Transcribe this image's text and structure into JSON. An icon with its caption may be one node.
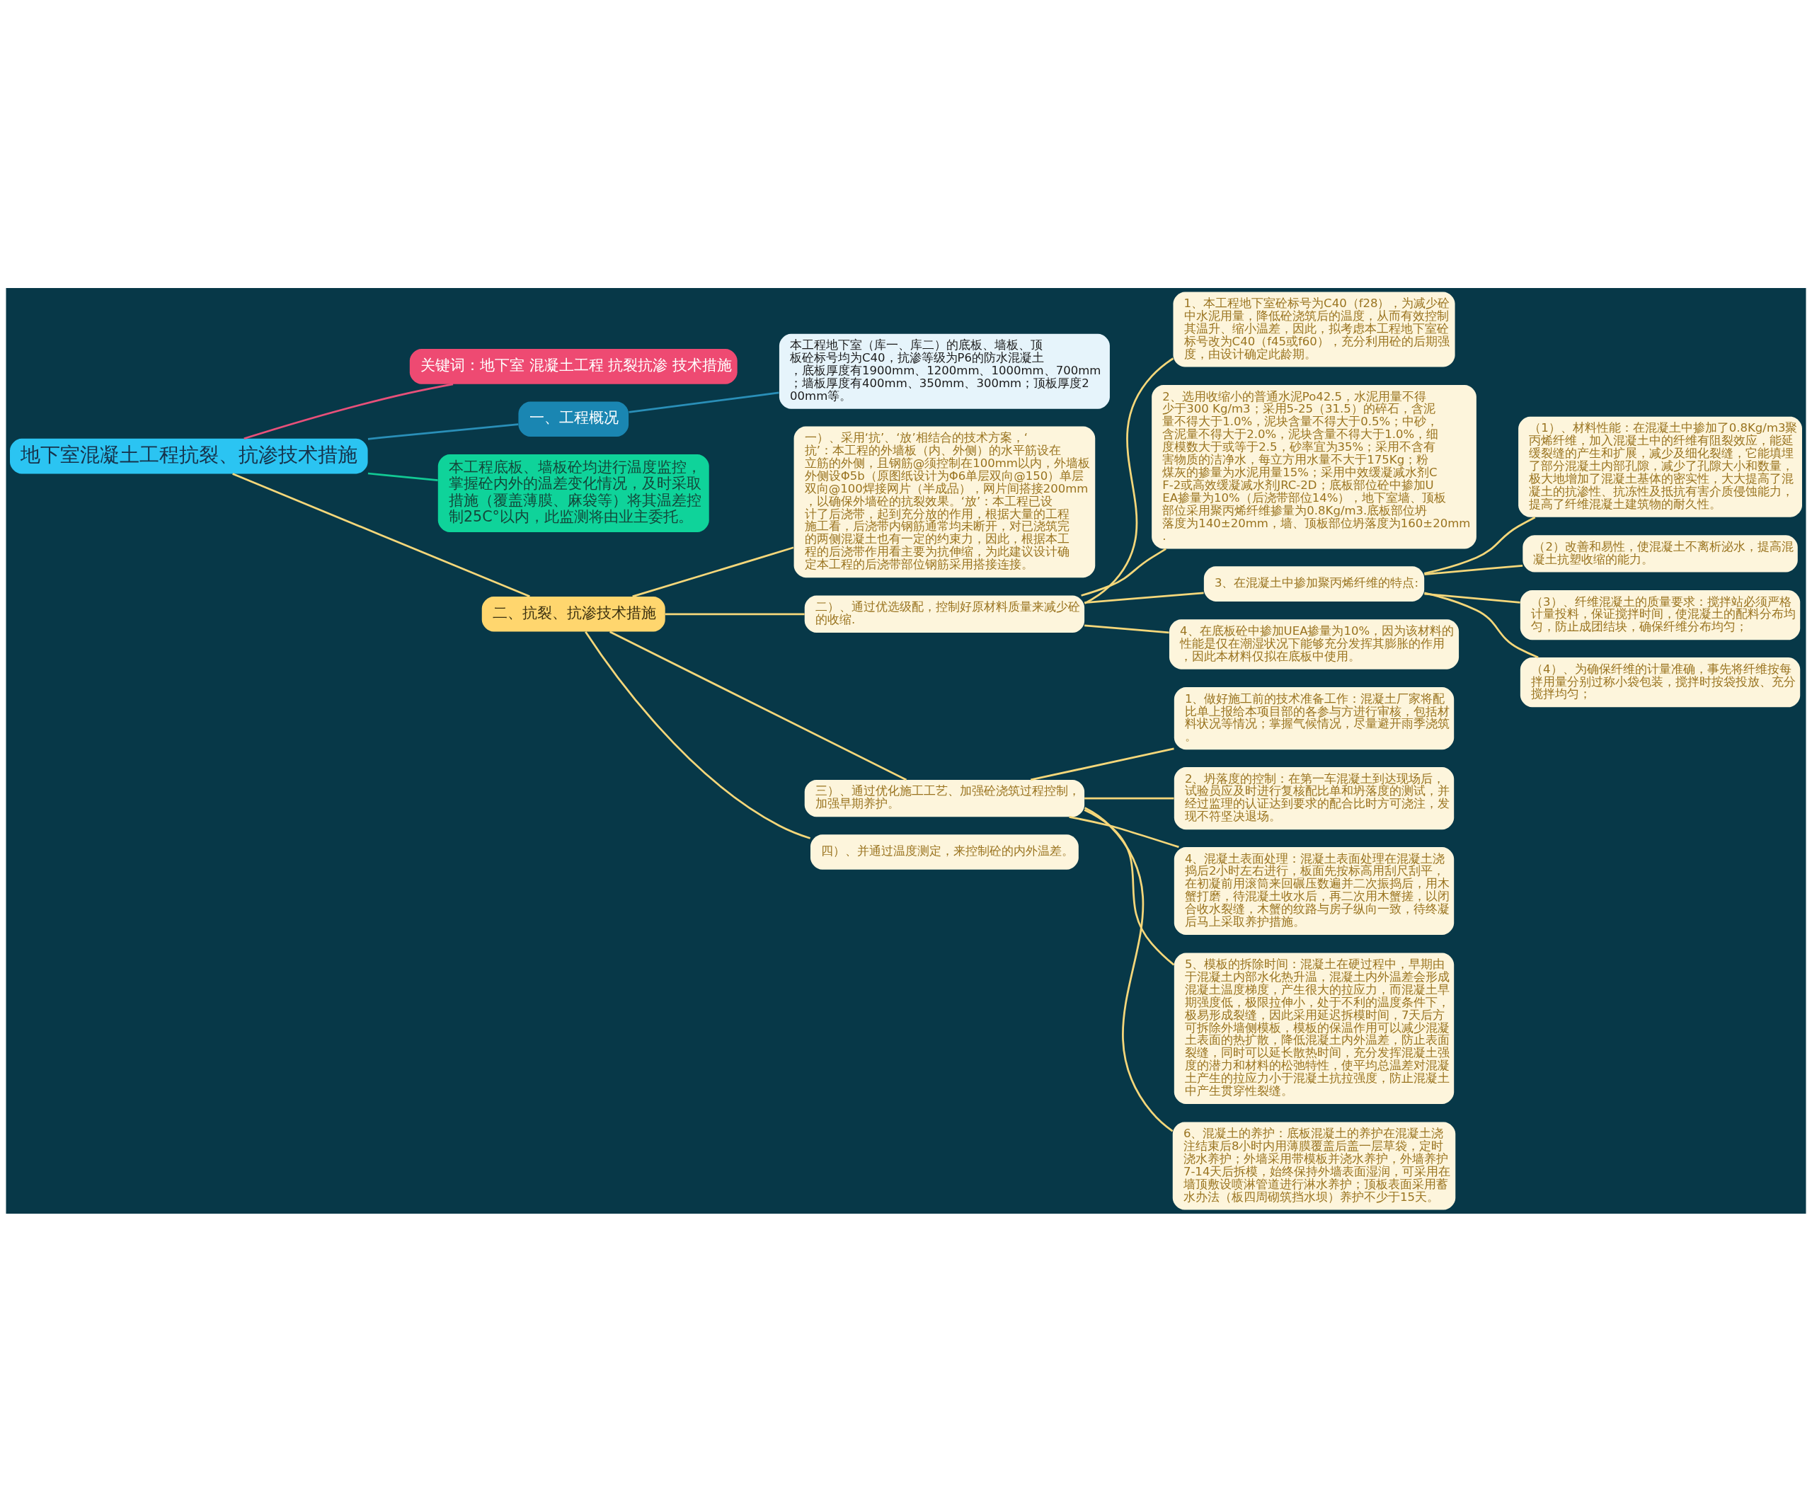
{
  "diagram": {
    "nodes": [
      {
        "text": [
          "地下室混凝土工程抗裂、抗渗技术措施"
        ]
      },
      {
        "text": [
          "关键词：地下室 混凝土工程 抗裂抗渗 技术措施"
        ]
      },
      {
        "text": [
          "一、工程概况"
        ]
      },
      {
        "text": [
          "本工程地下室（库一、库二）的底板、墙板、顶板砼标号均为C40，抗渗等级为P6的防水混凝土，底板厚度有1900mm、1200mm、1000mm、700mm；墙板厚度有400mm、350mm、300mm；顶板厚度200mm等。"
        ]
      },
      {
        "text": [
          "本工程底板、墙板砼均进行温度监控，掌握砼内外的温差变化情况，及时采取措施（覆盖薄膜、麻袋等）将其温差控制25C°以内，此监测将由业主委托。"
        ]
      },
      {
        "text": [
          "二、抗裂、抗渗技术措施"
        ]
      },
      {
        "text": [
          "一）、采用‘抗’、‘放’相结合的技术方案，‘抗’：本工程的外墙板（内、外侧）的水平筋设在立筋的外侧，且钢筋@须控制在100mm以内，外墙板外侧设Φ5b（原图纸设计为Φ6单层双向@150）单层双向@100焊接网片（半成品），网片间搭接200mm，以确保外墙砼的抗裂效果。‘放’：本工程已设计了后浇带，起到充分放的作用，根据大量的工程施工看，后浇带内钢筋通常均未断开，对已浇筑完的两侧混凝土也有一定的约束力，因此，根据本工程的后浇带作用看主要为抗伸缩，为此建议设计确定本工程的后浇带部位钢筋采用搭接连接。"
        ]
      },
      {
        "text": [
          "二）、通过优选级配，控制好原材料质量来减少砼的收缩."
        ]
      },
      {
        "text": [
          "1、本工程地下室砼标号为C40（f28），为减少砼中水泥用量，降低砼浇筑后的温度，从而有效控制其温升、缩小温差，因此，拟考虑本工程地下室砼标号改为C40（f45或f60），充分利用砼的后期强度，由设计确定此龄期。"
        ]
      },
      {
        "text": [
          "2、选用收缩小的普通水泥Po42.5，水泥用量不得少于300 Kg/m3；采用5-25（31.5）的碎石，含泥量不得大于1.0%，泥块含量不得大于0.5%；中砂，含泥量不得大于2.0%，泥块含量不得大于1.0%，细度模数大于或等于2.5，砂率宜为35%；采用不含有害物质的洁净水，每立方用水量不大于175Kg；粉煤灰的掺量为水泥用量15%；采用中效缓凝减水剂CF-2或高效缓凝减水剂JRC-2D；底板部位砼中掺加UEA掺量为10%（后浇带部位14%），地下室墙、顶板部位采用聚丙烯纤维掺量为0.8Kg/m3.底板部位坍落度为140±20mm，墙、顶板部位坍落度为160±20mm."
        ]
      },
      {
        "text": [
          "3、在混凝土中掺加聚丙烯纤维的特点:"
        ]
      },
      {
        "text": [
          "（1）、材料性能：在混凝土中掺加了0.8Kg/m3聚丙烯纤维，加入混凝土中的纤维有阻裂效应，能延缓裂缝的产生和扩展，减少及细化裂缝，它能填埋了部分混凝土内部孔隙，减少了孔隙大小和数量，极大地增加了混凝土基体的密实性，大大提高了混凝土的抗渗性、抗冻性及抵抗有害介质侵蚀能力，提高了纤维混凝土建筑物的耐久性。"
        ]
      },
      {
        "text": [
          "（2）改善和易性，使混凝土不离析泌水，提高混凝土抗塑收缩的能力。"
        ]
      },
      {
        "text": [
          "（3）、纤维混凝土的质量要求：搅拌站必须严格计量投料，保证搅拌时间，使混凝土的配料分布均匀，防止成团结块，确保纤维分布均匀；"
        ]
      },
      {
        "text": [
          "（4）、为确保纤维的计量准确，事先将纤维按每拌用量分别过称小袋包装，搅拌时按袋投放、充分搅拌均匀；"
        ]
      },
      {
        "text": [
          "4、在底板砼中掺加UEA掺量为10%，因为该材料的性能是仅在潮湿状况下能够充分发挥其膨胀的作用，因此本材料仅拟在底板中使用。"
        ]
      },
      {
        "text": [
          "三）、通过优化施工工艺、加强砼浇筑过程控制，加强早期养护。"
        ]
      },
      {
        "text": [
          "1、做好施工前的技术准备工作：混凝土厂家将配比单上报给本项目部的各参与方进行审核，包括材料状况等情况；掌握气候情况，尽量避开雨季浇筑。"
        ]
      },
      {
        "text": [
          "2、坍落度的控制：在第一车混凝土到达现场后，试验员应及时进行复核配比单和坍落度的测试，并经过监理的认证达到要求的配合比时方可浇注，发现不符坚决退场。"
        ]
      },
      {
        "text": [
          "4、混凝土表面处理：混凝土表面处理在混凝土浇捣后2小时左右进行，板面先按标高用刮尺刮平，在初凝前用滚筒来回碾压数遍并二次振捣后，用木蟹打磨，待混凝土收水后，再二次用木蟹搓，以闭合收水裂缝，木蟹的纹路与房子纵向一致，待终凝后马上采取养护措施。"
        ]
      },
      {
        "text": [
          "5、模板的拆除时间：混凝土在硬过程中，早期由于混凝土内部水化热升温，混凝土内外温差会形成混凝土温度梯度，产生很大的拉应力，而混凝土早期强度低，极限拉伸小，处于不利的温度条件下，极易形成裂缝，因此采用延迟拆模时间，7天后方可拆除外墙侧模板，模板的保温作用可以减少混凝土表面的热扩散，降低混凝土内外温差，防止表面裂缝，同时可以延长散热时间，充分发挥混凝土强度的潜力和材料的松弛特性，使平均总温差对混凝土产生的拉应力小于混凝土抗拉强度，防止混凝土中产生贯穿性裂缝。"
        ]
      },
      {
        "text": [
          "6、混凝土的养护：底板混凝土的养护在混凝土浇注结束后8小时内用薄膜覆盖后盖一层草袋，定时浇水养护；外墙采用带模板并浇水养护，外墙养护7-14天后拆模，始终保持外墙表面湿润，可采用在墙顶敷设喷淋管道进行淋水养护；顶板表面采用蓄水办法（板四周砌筑挡水坝）养护不少于15天。"
        ]
      },
      {
        "text": [
          "四）、并通过温度测定，来控制砼的内外温差。"
        ]
      }
    ],
    "edges": [
      {
        "from": 0,
        "to": 1,
        "arrow": "none",
        "color": "#e8507a"
      },
      {
        "from": 0,
        "to": 2,
        "arrow": "none",
        "color": "#2a8fb8"
      },
      {
        "from": 2,
        "to": 3,
        "arrow": "none",
        "color": "#2a8fb8"
      },
      {
        "from": 0,
        "to": 4,
        "arrow": "none",
        "color": "#12c994"
      },
      {
        "from": 0,
        "to": 5,
        "arrow": "none"
      },
      {
        "from": 5,
        "to": 6,
        "arrow": "none"
      },
      {
        "from": 5,
        "to": 7,
        "arrow": "none"
      },
      {
        "from": 5,
        "to": 16,
        "arrow": "none"
      },
      {
        "from": 5,
        "to": 22,
        "arrow": "none"
      },
      {
        "from": 7,
        "to": 8,
        "arrow": "none"
      },
      {
        "from": 7,
        "to": 9,
        "arrow": "none"
      },
      {
        "from": 7,
        "to": 10,
        "arrow": "none"
      },
      {
        "from": 7,
        "to": 15,
        "arrow": "none"
      },
      {
        "from": 10,
        "to": 11,
        "arrow": "none"
      },
      {
        "from": 10,
        "to": 12,
        "arrow": "none"
      },
      {
        "from": 10,
        "to": 13,
        "arrow": "none"
      },
      {
        "from": 10,
        "to": 14,
        "arrow": "none"
      },
      {
        "from": 16,
        "to": 17,
        "arrow": "none"
      },
      {
        "from": 16,
        "to": 18,
        "arrow": "none"
      },
      {
        "from": 16,
        "to": 19,
        "arrow": "none"
      },
      {
        "from": 16,
        "to": 20,
        "arrow": "none"
      },
      {
        "from": 16,
        "to": 21,
        "arrow": "none"
      }
    ]
  }
}
